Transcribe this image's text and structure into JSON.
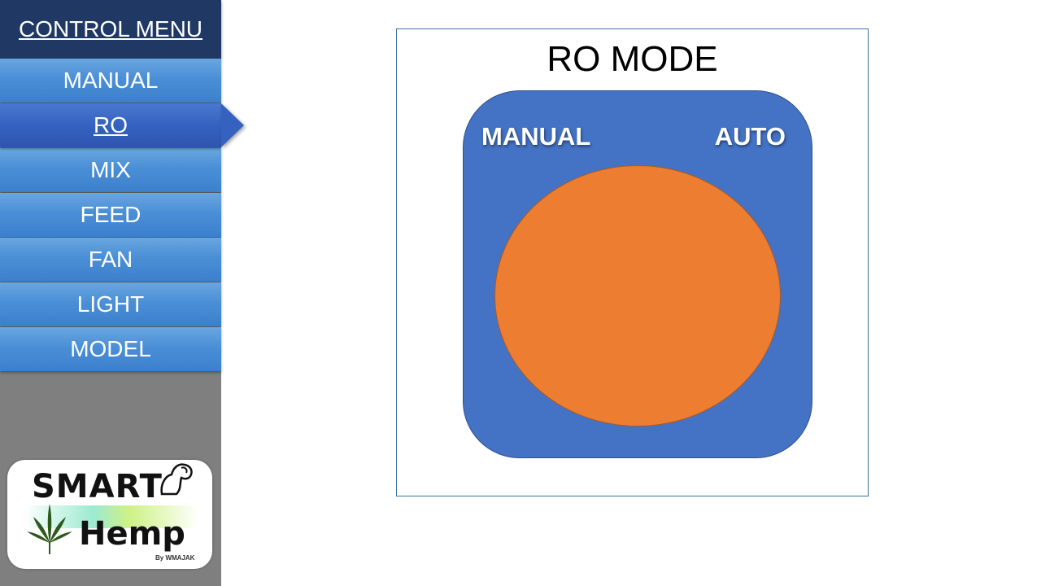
{
  "sidebar": {
    "header": "CONTROL MENU",
    "items": [
      {
        "label": "MANUAL",
        "active": false
      },
      {
        "label": "RO",
        "active": true
      },
      {
        "label": "MIX",
        "active": false
      },
      {
        "label": "FEED",
        "active": false
      },
      {
        "label": "FAN",
        "active": false
      },
      {
        "label": "LIGHT",
        "active": false
      },
      {
        "label": "MODEL",
        "active": false
      }
    ],
    "logo": {
      "line1": "SMART",
      "line2": "Hemp",
      "byline": "By WMAJAK"
    }
  },
  "main": {
    "title": "RO MODE",
    "toggle": {
      "left_label": "MANUAL",
      "right_label": "AUTO"
    }
  },
  "colors": {
    "header_bg": "#1f3864",
    "menu_item": "#5b9bd5",
    "menu_active": "#3562c0",
    "sidebar_bg": "#7f7f7f",
    "toggle_bg": "#4472c4",
    "toggle_knob": "#ed7d31"
  }
}
